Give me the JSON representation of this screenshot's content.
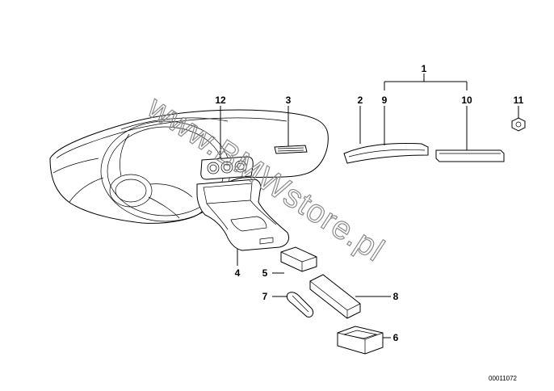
{
  "diagram": {
    "watermark": "www.BMWstore.pl",
    "reference_number": "00011072",
    "labels": {
      "l1": "1",
      "l2": "2",
      "l3": "3",
      "l4": "4",
      "l5": "5",
      "l6": "6",
      "l7": "7",
      "l8": "8",
      "l9": "9",
      "l10": "10",
      "l11": "11",
      "l12": "12"
    }
  }
}
